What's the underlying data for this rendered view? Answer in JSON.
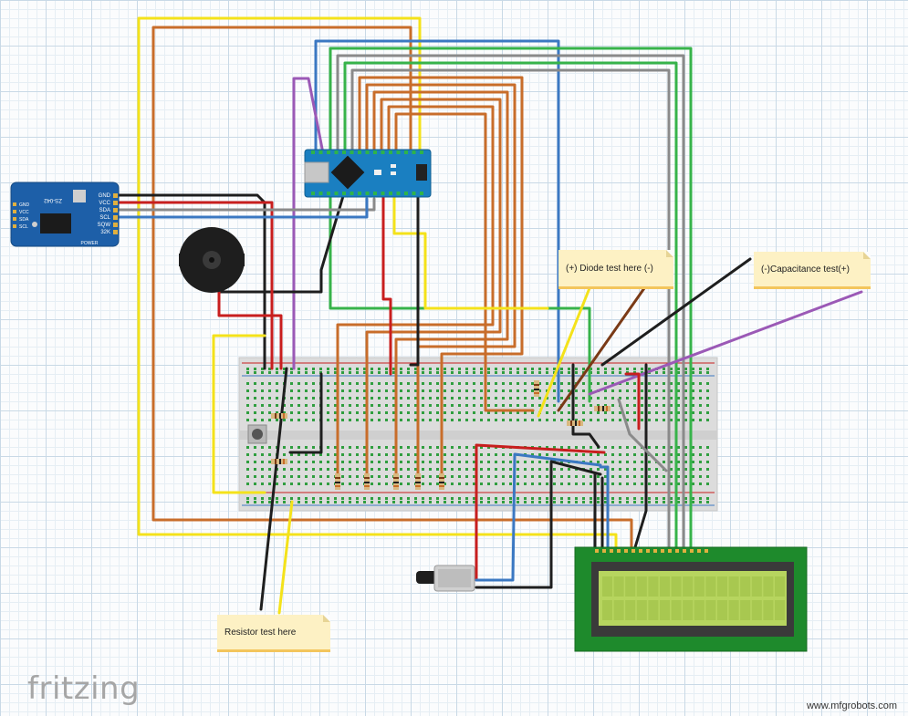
{
  "colors": {
    "wire_red": "#c81e1e",
    "wire_black": "#1e1e1e",
    "wire_yellow": "#f4e21a",
    "wire_orange": "#c86d2a",
    "wire_blue": "#3b78c2",
    "wire_green": "#37b34a",
    "wire_gray": "#8a8a8a",
    "wire_purple": "#9b59b6",
    "wire_brown": "#7a3a16",
    "board_blue": "#1a7fc1",
    "rtc_blue": "#1d5fa8",
    "lcd_green": "#1e8a2c",
    "lcd_screen": "#b7d55f"
  },
  "notes": {
    "diode": "(+) Diode test here (-)",
    "capacitance": "(-)Capacitance test(+)",
    "resistor": "Resistor test here"
  },
  "rtc_module": {
    "pins": [
      "GND",
      "VCC",
      "SDA",
      "SCL",
      "SQW",
      "32K"
    ],
    "left_pins": [
      "GND",
      "VCC",
      "SDA",
      "SCL"
    ],
    "chip": "ZS-042",
    "power": "POWER"
  },
  "branding": {
    "logo": "fritzing",
    "watermark": "www.mfgrobots.com"
  }
}
